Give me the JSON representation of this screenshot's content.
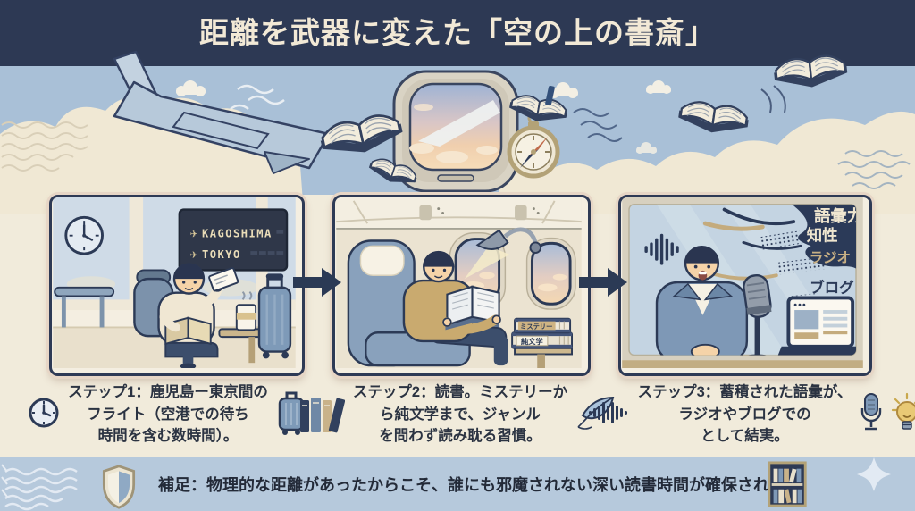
{
  "title": "距離を武器に変えた「空の上の書斎」",
  "icons": {
    "plane_glyph": "✈"
  },
  "colors": {
    "header_navy": "#2d3954",
    "sky_blue": "#a9c0d7",
    "cream": "#f1ebdb",
    "footer_blue": "#b6c9dc",
    "ink_navy": "#2c3a56",
    "gold_tan": "#c9b289",
    "needle_rust": "#c06a4a"
  },
  "steps": [
    {
      "caption_lines": [
        "ステップ1：鹿児島ー東京間の",
        "フライト（空港での待ち",
        "時間を含む数時間）。"
      ],
      "left_icon": "clock-icon",
      "right_icon": "suitcase-icon",
      "scene": {
        "departure_board": {
          "rows": [
            "KAGOSHIMA",
            "TOKYO"
          ]
        }
      }
    },
    {
      "caption_lines": [
        "ステップ2：読書。ミステリーか",
        "ら純文学まで、ジャンル",
        "を問わず読み耽る習慣。"
      ],
      "left_icon": "books-icon",
      "right_icon": "feather-icon",
      "scene": {
        "book_spines": [
          "ミステリー",
          "純文学"
        ]
      }
    },
    {
      "caption_lines": [
        "ステップ3：蓄積された語彙が、",
        "ラジオやブログでの",
        "として結実。"
      ],
      "left_icon": "waveform-icon",
      "right_icons": [
        "microphone-icon",
        "lightbulb-icon"
      ],
      "scene": {
        "keywords": [
          "語彙力",
          "知性",
          "ラジオ",
          "ブログ"
        ]
      }
    }
  ],
  "footer": {
    "note": "補足：物理的な距離があったからこそ、誰にも邪魔されない深い読書時間が確保された。"
  }
}
